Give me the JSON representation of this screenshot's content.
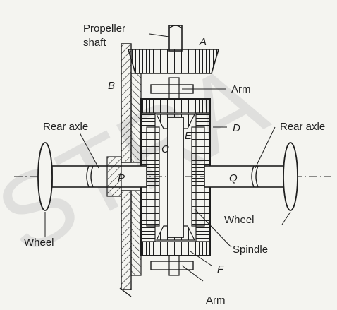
{
  "watermark": "STRA",
  "labels": {
    "propeller_shaft_line1": "Propeller",
    "propeller_shaft_line2": "shaft",
    "arm_top": "Arm",
    "arm_bottom": "Arm",
    "rear_axle_left": "Rear axle",
    "rear_axle_right": "Rear axle",
    "wheel_left": "Wheel",
    "wheel_right": "Wheel",
    "spindle": "Spindle"
  },
  "letters": {
    "A": "A",
    "B": "B",
    "C": "C",
    "D": "D",
    "E": "E",
    "F": "F",
    "P": "P",
    "Q": "Q"
  },
  "colors": {
    "ink": "#1e1e1e",
    "paper": "#f4f4f0",
    "watermark": "#cfcfcf"
  }
}
